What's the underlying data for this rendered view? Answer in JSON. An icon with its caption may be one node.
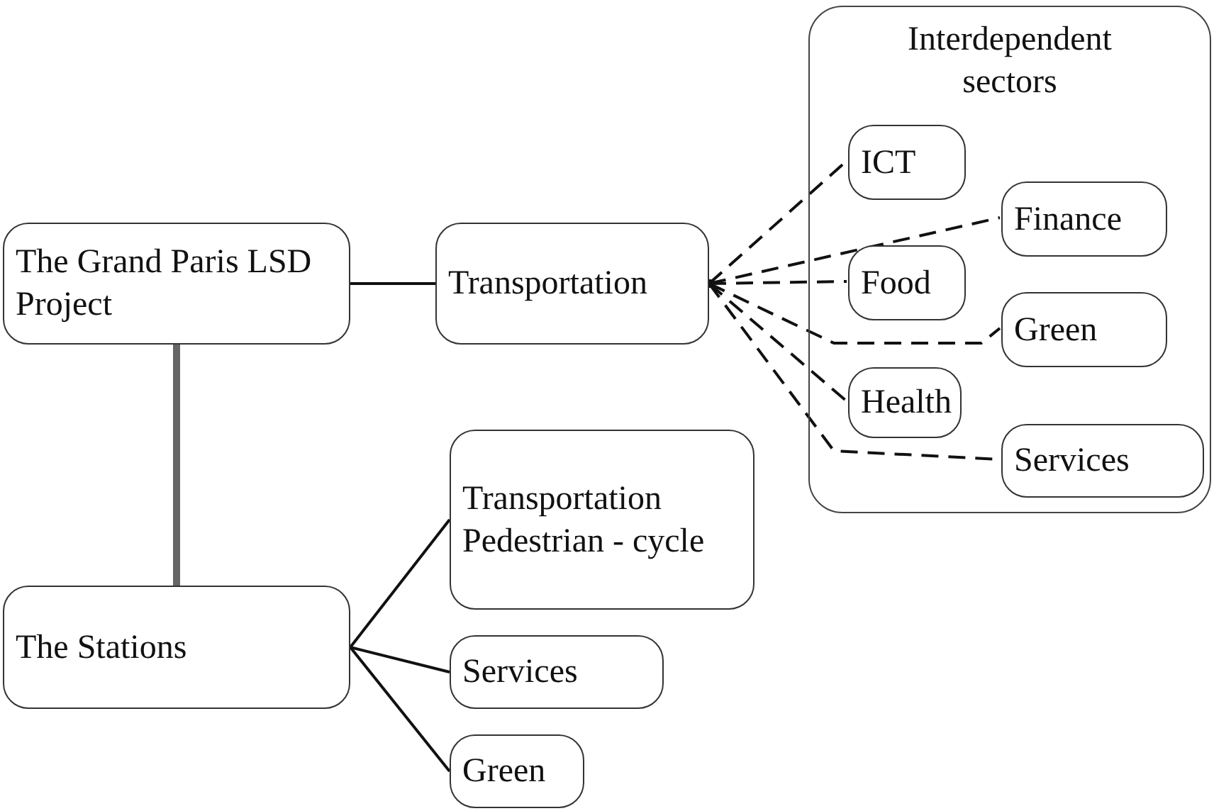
{
  "diagram": {
    "nodes": [
      {
        "text": [
          "The Grand Paris LSD Project"
        ]
      },
      {
        "text": [
          "Transportation"
        ]
      },
      {
        "text": [
          "Interdependent sectors"
        ]
      },
      {
        "text": [
          "ICT"
        ],
        "in": 2
      },
      {
        "text": [
          "Finance"
        ],
        "in": 2
      },
      {
        "text": [
          "Food"
        ],
        "in": 2
      },
      {
        "text": [
          "Green"
        ],
        "in": 2
      },
      {
        "text": [
          "Health"
        ],
        "in": 2
      },
      {
        "text": [
          "Services"
        ],
        "in": 2
      },
      {
        "text": [
          "The Stations"
        ]
      },
      {
        "text": [
          "Transportation Pedestrian - cycle"
        ]
      },
      {
        "text": [
          "Services"
        ]
      },
      {
        "text": [
          "Green"
        ]
      }
    ],
    "edges": [
      {
        "from": 0,
        "to": 1,
        "arrow": "none"
      },
      {
        "from": 1,
        "to": 3,
        "arrow": "other",
        "style": "dashed"
      },
      {
        "from": 1,
        "to": 4,
        "arrow": "other",
        "style": "dashed"
      },
      {
        "from": 1,
        "to": 5,
        "arrow": "other",
        "style": "dashed"
      },
      {
        "from": 1,
        "to": 6,
        "arrow": "other",
        "style": "dashed"
      },
      {
        "from": 1,
        "to": 7,
        "arrow": "other",
        "style": "dashed"
      },
      {
        "from": 1,
        "to": 8,
        "arrow": "other",
        "style": "dashed"
      },
      {
        "from": 0,
        "to": 9,
        "arrow": "none",
        "style": "thick"
      },
      {
        "from": 9,
        "to": 10,
        "arrow": "none"
      },
      {
        "from": 9,
        "to": 11,
        "arrow": "none"
      },
      {
        "from": 9,
        "to": 12,
        "arrow": "none"
      }
    ]
  }
}
